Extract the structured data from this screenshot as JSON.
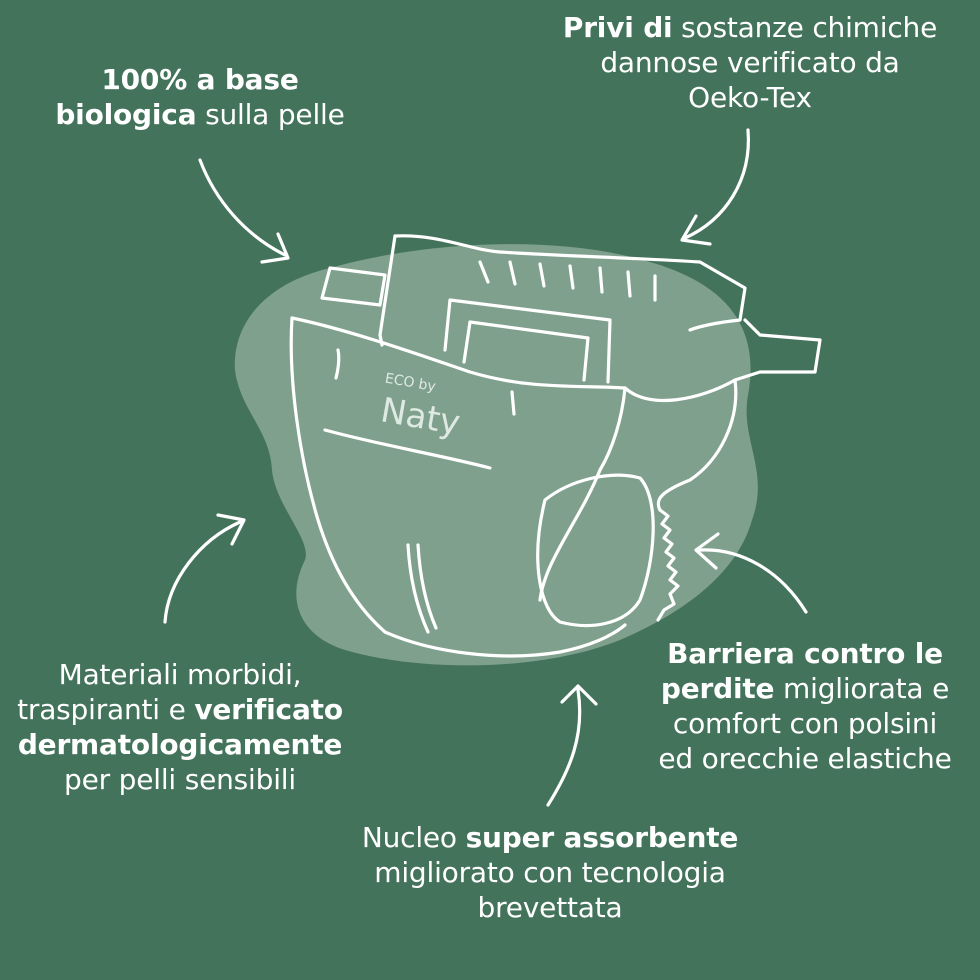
{
  "colors": {
    "background": "#44735c",
    "blob": "#7fa08c",
    "line": "#ffffff"
  },
  "logo": {
    "top": "ECO by",
    "name": "Naty"
  },
  "callouts": {
    "organic": {
      "l1_bold": "100% a base",
      "l2_bold": "biologica",
      "l2_rest": " sulla pelle"
    },
    "chemicals": {
      "l1_bold": "Privi di",
      "l1_rest": " sostanze chimiche",
      "l2": "dannose verificato da",
      "l3": "Oeko-Tex"
    },
    "soft": {
      "l1": "Materiali morbidi,",
      "l2_rest": "traspiranti e ",
      "l2_bold": "verificato",
      "l3_bold": "dermatologicamente",
      "l4": "per pelli sensibili"
    },
    "barrier": {
      "l1_bold": "Barriera contro le",
      "l2_bold": "perdite",
      "l2_rest": " migliorata e",
      "l3": "comfort con polsini",
      "l4": "ed orecchie elastiche"
    },
    "core": {
      "l1_rest": "Nucleo ",
      "l1_bold": "super assorbente",
      "l2": "migliorato con tecnologia",
      "l3": "brevettata"
    }
  }
}
